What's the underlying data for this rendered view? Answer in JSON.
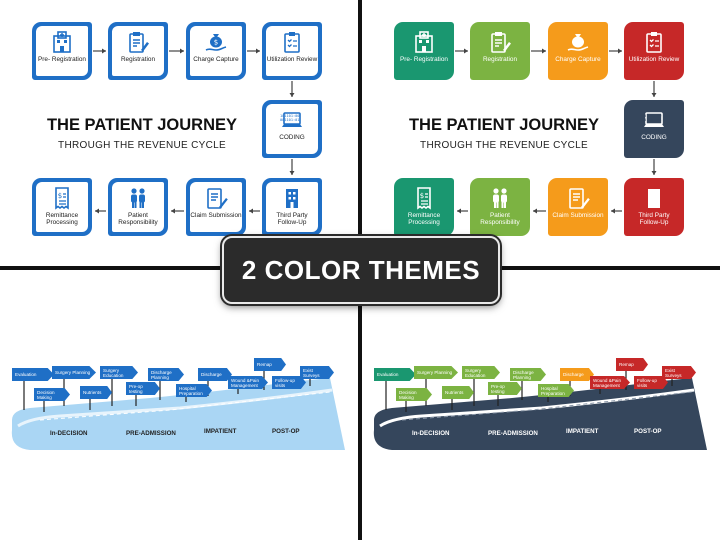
{
  "banner": {
    "text": "2 COLOR THEMES"
  },
  "journey": {
    "title": "THE PATIENT JOURNEY",
    "subtitle": "THROUGH  THE REVENUE CYCLE",
    "steps": [
      "Pre- Registration",
      "Registration",
      "Charge Capture",
      "Utilization Review",
      "CODING",
      "Third Party Follow-Up",
      "Claim Submission",
      "Patient Responsibility",
      "Remittance Processing"
    ],
    "coding_text": "101101:00\n001101:01"
  },
  "themes": {
    "blue": "#1f6fc6",
    "multi": [
      "#1a9770",
      "#7cb342",
      "#f59b1b",
      "#c62828",
      "#35465c",
      "#c62828",
      "#f59b1b",
      "#7cb342",
      "#1a9770"
    ],
    "road_light": "#aad6f4",
    "road_dark": "#35465c"
  },
  "roadmap": {
    "signs": [
      "Evaluation",
      "Decision Making",
      "Surgery Planning",
      "Nutrients",
      "Surgery Education",
      "Pre-op testing",
      "Discharge Planning",
      "Hospital Preparation",
      "Discharge",
      "Wound &Pain Management",
      "Remap",
      "Follow-up visits",
      "Exist Surveys"
    ],
    "phases": [
      "In-DECISION",
      "PRE-ADMISSION",
      "IMPATIENT",
      "POST-OP"
    ],
    "multi_colors": [
      "#1a9770",
      "#7cb342",
      "#7cb342",
      "#7cb342",
      "#7cb342",
      "#7cb342",
      "#7cb342",
      "#7cb342",
      "#f59b1b",
      "#c62828",
      "#c62828",
      "#c62828",
      "#c62828"
    ],
    "blue_sign": "#1f6fc6"
  }
}
